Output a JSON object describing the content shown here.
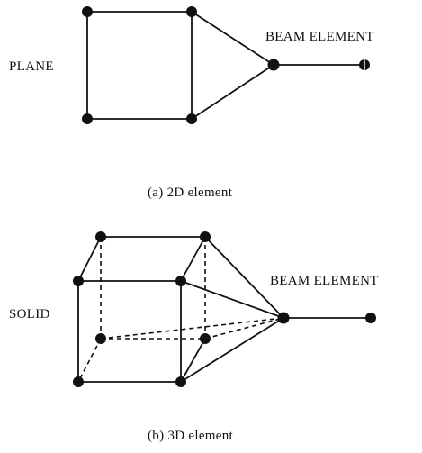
{
  "diagram_a": {
    "plane_label": "PLANE",
    "beam_label": "BEAM ELEMENT",
    "caption": "(a)  2D element"
  },
  "diagram_b": {
    "solid_label": "SOLID",
    "beam_label": "BEAM ELEMENT",
    "caption": "(b)  3D element"
  },
  "colors": {
    "line": "#111111",
    "node": "#111111",
    "background": "#ffffff"
  }
}
